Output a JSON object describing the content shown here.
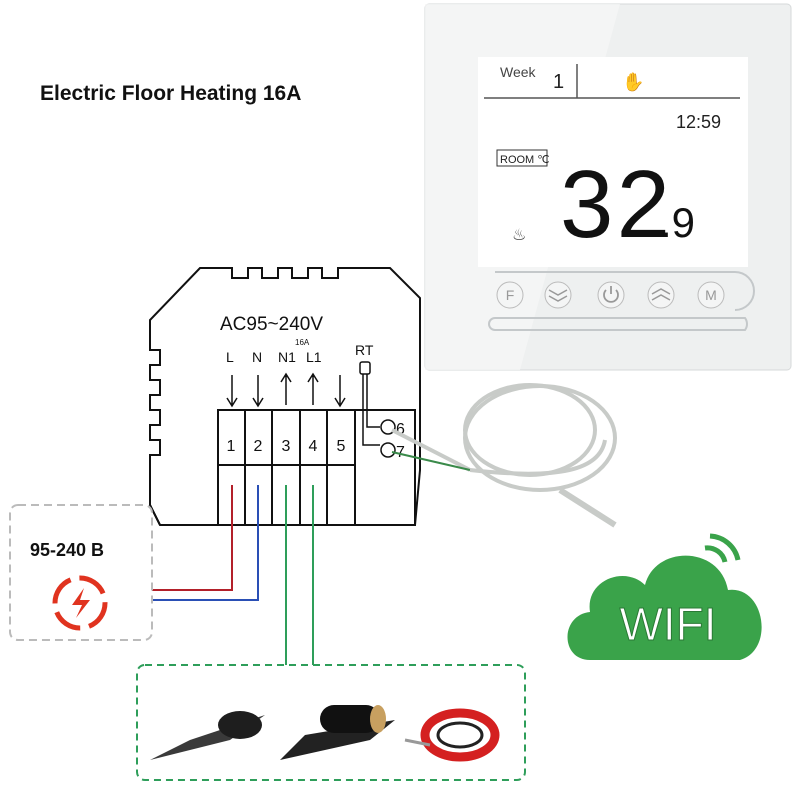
{
  "title": "Electric Floor Heating 16A",
  "thermostat": {
    "week_label": "Week",
    "week_day": "1",
    "time": "12:59",
    "room_label": "ROOM ℃",
    "temperature_main": "32",
    "temperature_decimal": ".9",
    "buttons": [
      "F",
      "down",
      "power",
      "up",
      "M"
    ]
  },
  "module": {
    "voltage": "AC95~240V",
    "current": "16A",
    "terminal_labels": [
      "L",
      "N",
      "N1",
      "L1"
    ],
    "terminal_numbers": [
      "1",
      "2",
      "3",
      "4",
      "5"
    ],
    "sensor_label": "RT",
    "sensor_terminals": [
      "6",
      "7"
    ]
  },
  "power_source": {
    "label": "95-240 B"
  },
  "wifi": {
    "label": "WIFI"
  },
  "colors": {
    "live": "#b3202a",
    "neutral": "#2a4fb5",
    "load": "#2e9e5a",
    "wifi": "#3aa34a",
    "power_icon": "#e0331f"
  }
}
